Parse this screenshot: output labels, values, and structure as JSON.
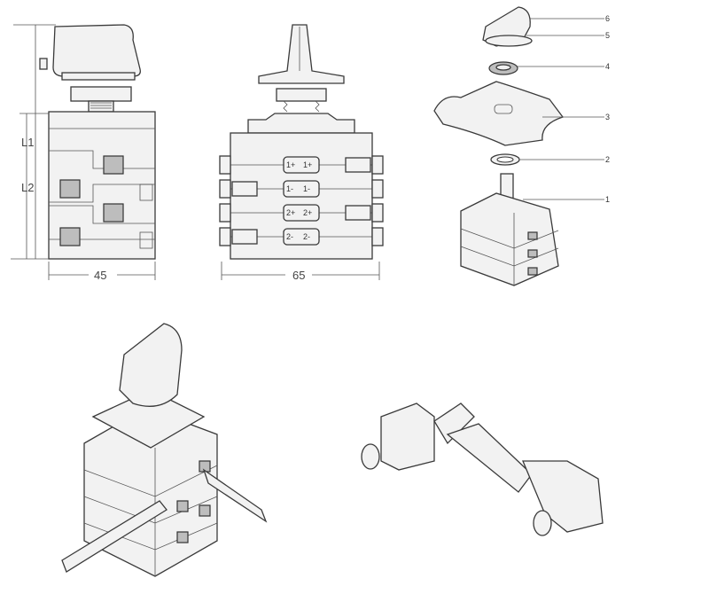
{
  "front_view": {
    "height_total_label": "L1",
    "height_body_label": "L2",
    "width_label": "45"
  },
  "side_view": {
    "width_label": "65",
    "contact_labels": [
      [
        "1+",
        "1+"
      ],
      [
        "1-",
        "1-"
      ],
      [
        "2+",
        "2+"
      ],
      [
        "2-",
        "2-"
      ]
    ]
  },
  "exploded_view": {
    "part_numbers": [
      "6",
      "5",
      "4",
      "3",
      "2",
      "1"
    ]
  }
}
